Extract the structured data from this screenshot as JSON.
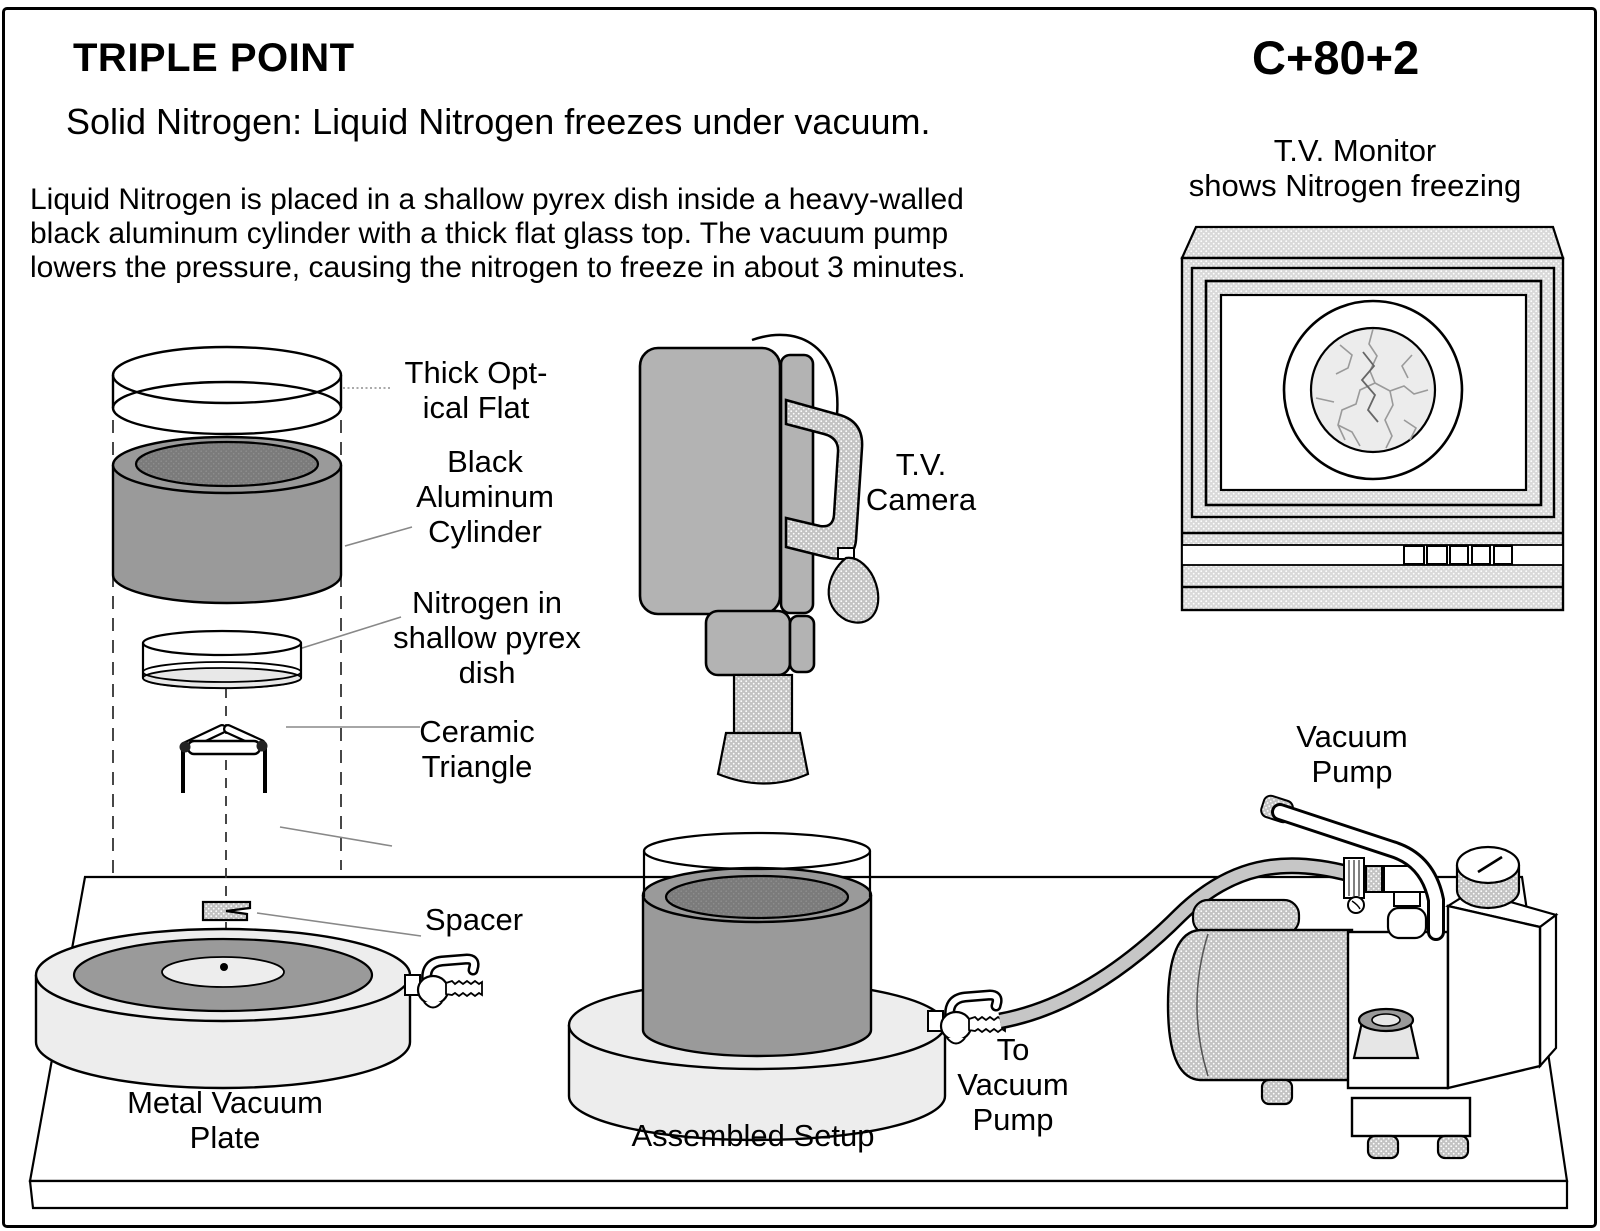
{
  "header": {
    "title": "TRIPLE POINT",
    "code": "C+80+2",
    "subtitle": "Solid Nitrogen: Liquid Nitrogen freezes under vacuum.",
    "description": [
      "Liquid Nitrogen is placed in a shallow pyrex dish inside a heavy-walled",
      "black aluminum cylinder with a thick flat glass top. The vacuum pump",
      "lowers the pressure, causing the nitrogen to freeze in about 3 minutes."
    ]
  },
  "labels": {
    "tv_monitor": [
      "T.V. Monitor",
      "shows Nitrogen freezing"
    ],
    "thick_optical_flat": [
      "Thick Opt-",
      "ical Flat"
    ],
    "black_aluminum_cylinder": [
      "Black",
      "Aluminum",
      "Cylinder"
    ],
    "nitrogen_dish": [
      "Nitrogen in",
      "shallow pyrex",
      "dish"
    ],
    "ceramic_triangle": [
      "Ceramic",
      "Triangle"
    ],
    "spacer": "Spacer",
    "metal_vacuum_plate": [
      "Metal Vacuum",
      "Plate"
    ],
    "tv_camera": [
      "T.V.",
      "Camera"
    ],
    "assembled_setup": "Assembled Setup",
    "to_vacuum_pump": [
      "To",
      "Vacuum",
      "Pump"
    ],
    "vacuum_pump": [
      "Vacuum",
      "Pump"
    ]
  },
  "colors": {
    "ink": "#000000",
    "mid_gray": "#9a9a9a",
    "dark_gray_top": "#7b7b7b",
    "light_gray": "#ededed",
    "halftone_medium": "#c3c3c3",
    "halftone_light": "#d9d9d9",
    "leader": "#888888"
  }
}
